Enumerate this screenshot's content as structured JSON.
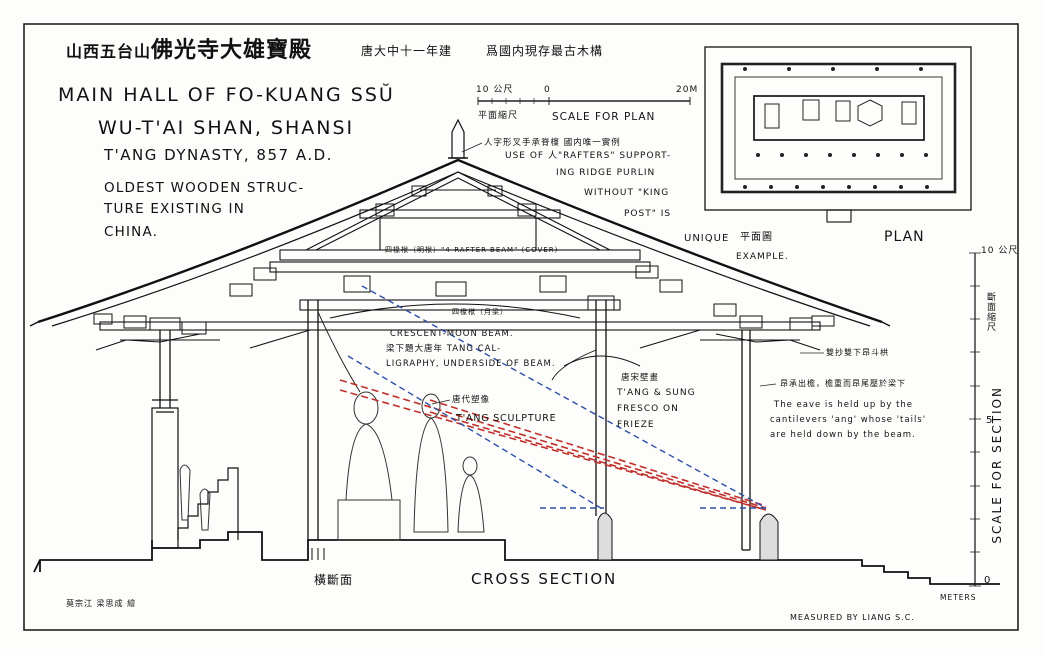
{
  "title": {
    "cn_small": "山西五台山",
    "cn_big": "佛光寺大雄寶殿",
    "cn_date": "唐大中十一年建",
    "cn_note": "爲國内現存最古木構",
    "en_line1": "MAIN HALL OF FO-KUANG SSŬ",
    "en_line2": "WU-T'AI SHAN, SHANSI",
    "en_line3": "T'ANG DYNASTY, 857 A.D.",
    "note_line1": "OLDEST WOODEN STRUC-",
    "note_line2": "TURE EXISTING IN",
    "note_line3": "CHINA."
  },
  "plan_scale": {
    "left_label": "10 公尺",
    "zero_label": "0",
    "right_label": "20M",
    "caption": "SCALE FOR PLAN",
    "caption_cn": "平面縮尺"
  },
  "annotations": {
    "rafters_cn": "人字形叉手承脊檁 國内唯一實例",
    "rafters_1": "USE OF 人\"RAFTERS\" SUPPORT-",
    "rafters_2": "ING RIDGE PURLIN",
    "rafters_3": "WITHOUT \"KING",
    "rafters_4": "POST\" IS",
    "rafters_5": "UNIQUE",
    "rafters_6": "EXAMPLE.",
    "beam_4": "四椽栿（明栿）\"4-RAFTER-BEAM\" (COVER)",
    "beam_cn2": "四椽栿（月梁）",
    "crescent_1": "CRESCENT-MOON BEAM.",
    "crescent_2": "梁下題大唐年 TANG CAL-",
    "crescent_3": "LIGRAPHY, UNDERSIDE OF BEAM.",
    "sculpture_cn": "唐代塑像",
    "sculpture": "T'ANG SCULPTURE",
    "fresco_cn": "唐宋壁畫",
    "fresco_1": "T'ANG & SUNG",
    "fresco_2": "FRESCO ON",
    "fresco_3": "FRIEZE",
    "ang_cn": "雙抄雙下昂斗栱",
    "eave_cn": "昂承出檐，檐重而昂尾壓於梁下",
    "eave_1": "The eave is held up by the",
    "eave_2": "cantilevers 'ang' whose 'tails'",
    "eave_3": "are held down by the beam."
  },
  "plan": {
    "label": "PLAN",
    "label_cn": "平面圖"
  },
  "section_scale": {
    "top_label": "10 公尺",
    "mid_label": "5",
    "zero_label": "0",
    "caption": "SCALE FOR SECTION",
    "caption_cn": "斷面縮尺",
    "units": "METERS"
  },
  "section": {
    "label": "CROSS SECTION",
    "label_cn": "橫斷面"
  },
  "credits": {
    "drawn_by_cn": "莫宗江 梁思成 繪",
    "measured": "MEASURED BY LIANG S.C."
  },
  "colors": {
    "ink": "#1a1a1a",
    "sightline_red": "#c0302c",
    "sightline_blue": "#2d4fa8",
    "paper": "#fdfdfb"
  }
}
